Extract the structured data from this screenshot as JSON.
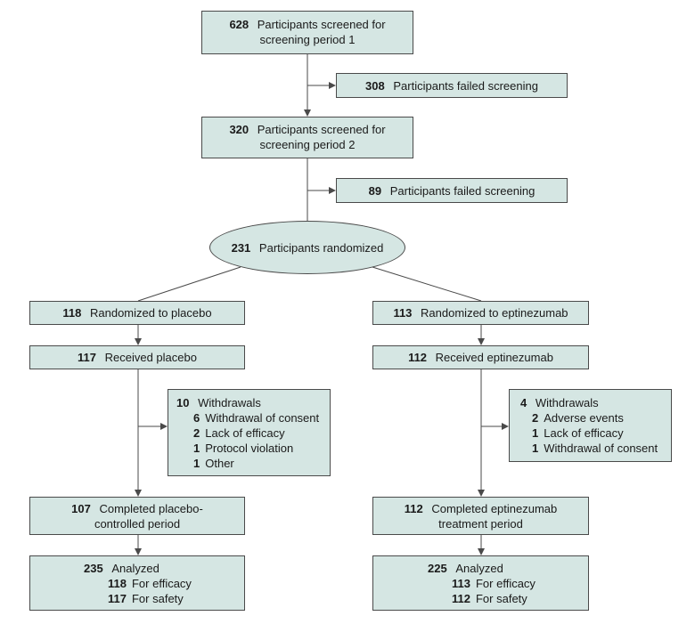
{
  "screen1": {
    "n": "628",
    "line1": "Participants screened for",
    "line2": "screening period 1"
  },
  "fail1": {
    "n": "308",
    "text": "Participants failed screening"
  },
  "screen2": {
    "n": "320",
    "line1": "Participants screened for",
    "line2": "screening period 2"
  },
  "fail2": {
    "n": "89",
    "text": "Participants failed screening"
  },
  "randomized": {
    "n": "231",
    "text": "Participants randomized"
  },
  "placebo": {
    "randomized": {
      "n": "118",
      "text": "Randomized to placebo"
    },
    "received": {
      "n": "117",
      "text": "Received placebo"
    },
    "withdrawals": {
      "n": "10",
      "text": "Withdrawals",
      "items": [
        {
          "n": "6",
          "text": "Withdrawal of consent"
        },
        {
          "n": "2",
          "text": "Lack of efficacy"
        },
        {
          "n": "1",
          "text": "Protocol violation"
        },
        {
          "n": "1",
          "text": "Other"
        }
      ]
    },
    "completed": {
      "n": "107",
      "line1": "Completed placebo-",
      "line2": "controlled period"
    },
    "analyzed": {
      "n": "235",
      "text": "Analyzed",
      "items": [
        {
          "n": "118",
          "text": "For efficacy"
        },
        {
          "n": "117",
          "text": "For safety"
        }
      ]
    }
  },
  "eptinezumab": {
    "randomized": {
      "n": "113",
      "text": "Randomized to eptinezumab"
    },
    "received": {
      "n": "112",
      "text": "Received eptinezumab"
    },
    "withdrawals": {
      "n": "4",
      "text": "Withdrawals",
      "items": [
        {
          "n": "2",
          "text": "Adverse events"
        },
        {
          "n": "1",
          "text": "Lack of efficacy"
        },
        {
          "n": "1",
          "text": "Withdrawal of consent"
        }
      ]
    },
    "completed": {
      "n": "112",
      "line1": "Completed eptinezumab",
      "line2": "treatment period"
    },
    "analyzed": {
      "n": "225",
      "text": "Analyzed",
      "items": [
        {
          "n": "113",
          "text": "For efficacy"
        },
        {
          "n": "112",
          "text": "For safety"
        }
      ]
    }
  },
  "colors": {
    "box_fill": "#d5e6e3",
    "line": "#4a4a4a"
  }
}
